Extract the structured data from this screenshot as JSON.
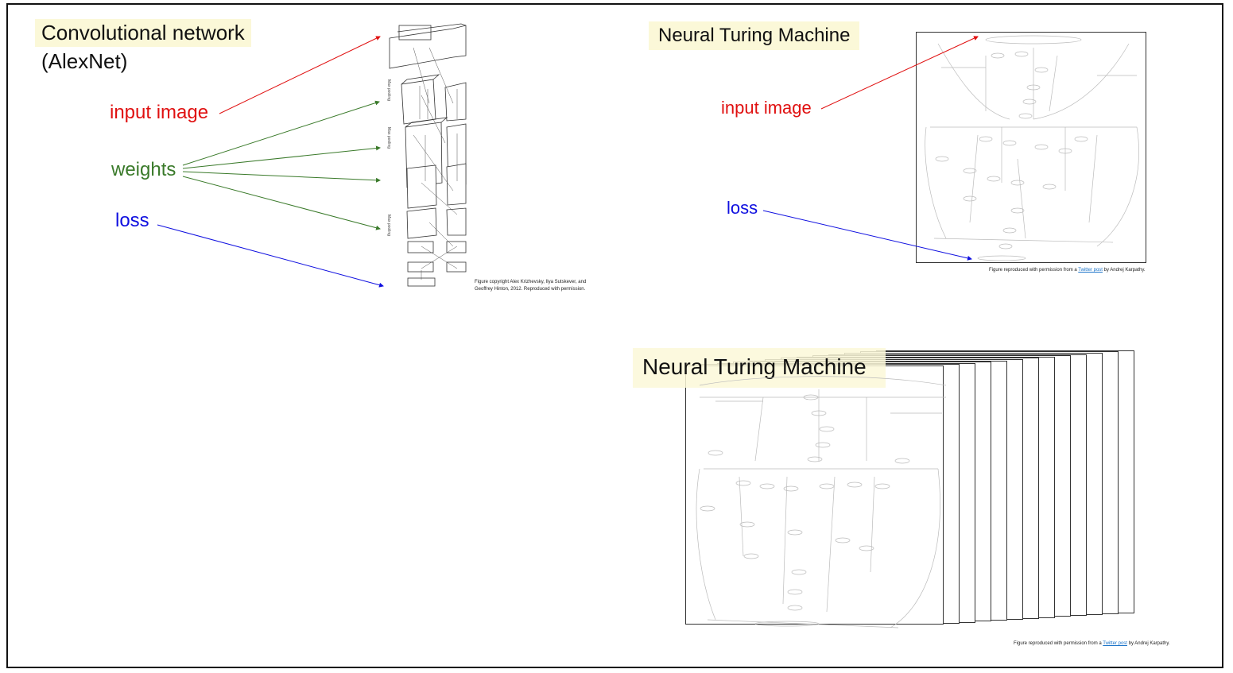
{
  "left_panel": {
    "title_line1": "Convolutional network",
    "title_line2": "(AlexNet)",
    "labels": {
      "input_image": "input image",
      "weights": "weights",
      "loss": "loss"
    },
    "credit_line1": "Figure copyright Alex Krizhevsky, Ilya Sutskever, and",
    "credit_line2": "Geoffrey Hinton, 2012. Reproduced with permission."
  },
  "right_top_panel": {
    "title": "Neural Turing Machine",
    "labels": {
      "input_image": "input image",
      "loss": "loss"
    },
    "credit_prefix": "Figure reproduced with permission from a ",
    "credit_link": "Twitter post",
    "credit_suffix": " by Andrej Karpathy."
  },
  "right_bottom_panel": {
    "title": "Neural Turing Machine",
    "credit_prefix": "Figure reproduced with permission from a ",
    "credit_link": "Twitter post",
    "credit_suffix": " by Andrej Karpathy."
  },
  "colors": {
    "input": "#e01010",
    "weights": "#3a7a2a",
    "loss": "#1010e0",
    "highlight": "#fbf8d8"
  }
}
